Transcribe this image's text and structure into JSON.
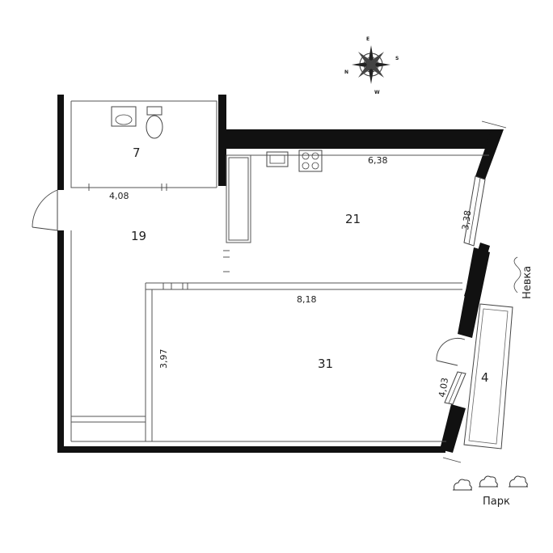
{
  "rooms": {
    "bathroom": {
      "area": "7"
    },
    "hall": {
      "area": "19"
    },
    "kitchen": {
      "area": "21"
    },
    "living": {
      "area": "31"
    },
    "balcony": {
      "area": "4"
    }
  },
  "dimensions": {
    "bathroom_width": "4,08",
    "kitchen_length": "6,38",
    "kitchen_window": "3,38",
    "living_length": "8,18",
    "living_height": "3,97",
    "living_window": "4,03"
  },
  "surroundings": {
    "river": "Невка",
    "park": "Парк"
  },
  "compass": {
    "n": "N",
    "e": "E",
    "s": "S",
    "w": "W"
  },
  "colors": {
    "wall": "#111111",
    "line": "#555555",
    "background": "#ffffff"
  }
}
